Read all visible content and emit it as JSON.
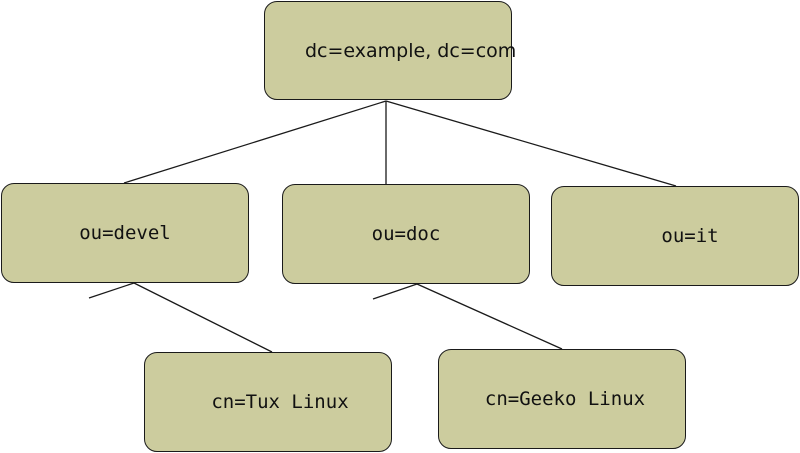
{
  "diagram": {
    "nodes": {
      "root": {
        "label": "dc=example, dc=com"
      },
      "devel": {
        "label": "ou=devel"
      },
      "doc": {
        "label": "ou=doc"
      },
      "it": {
        "label": "ou=it"
      },
      "tux": {
        "label": "cn=Tux Linux"
      },
      "geeko": {
        "label": "cn=Geeko Linux"
      }
    },
    "edges": [
      {
        "from": "root",
        "to": "devel"
      },
      {
        "from": "root",
        "to": "doc"
      },
      {
        "from": "root",
        "to": "it"
      },
      {
        "from": "devel",
        "to": "tux"
      },
      {
        "from": "doc",
        "to": "geeko"
      }
    ],
    "colors": {
      "node_fill": "#cccc9e",
      "node_border": "#1a1a1a",
      "text": "#111111"
    }
  }
}
